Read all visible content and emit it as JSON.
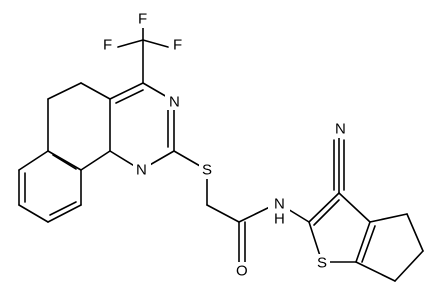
{
  "atoms": {
    "f_top": "F",
    "f_left": "F",
    "f_right": "F",
    "n_upper": "N",
    "n_lower": "N",
    "s_thioether": "S",
    "nh": "N",
    "h_of_nh": "H",
    "o_carbonyl": "O",
    "n_nitrile": "N",
    "s_thiophene": "S"
  },
  "colors": {
    "bond": "#000000",
    "text": "#000000",
    "background": "#ffffff"
  }
}
